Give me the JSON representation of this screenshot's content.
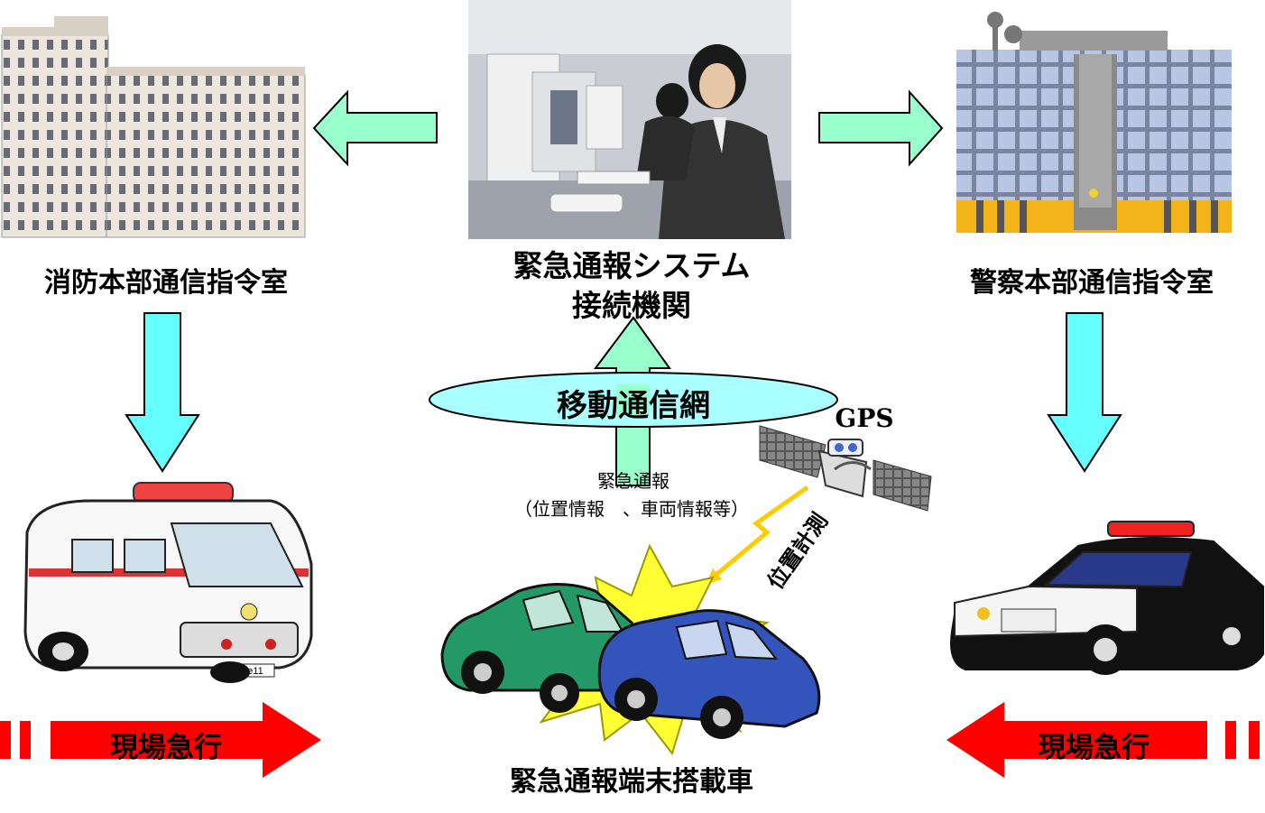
{
  "labels": {
    "fire_hq": "消防本部通信指令室",
    "emergency_system_line1": "緊急通報システム",
    "emergency_system_line2": "接続機関",
    "police_hq": "警察本部通信指令室",
    "mobile_network": "移動通信網",
    "gps": "GPS",
    "emergency_report": "緊急通報",
    "report_details": "（位置情報　、車両情報等）",
    "position_measurement": "位置計測",
    "equipped_vehicle": "緊急通報端末搭載車",
    "rush_left": "現場急行",
    "rush_right": "現場急行",
    "ambulance_number": "e11"
  },
  "colors": {
    "mint_arrow": "#99ffcc",
    "cyan_arrow": "#66ffff",
    "red_arrow": "#ff0000",
    "ellipse_fill": "#aaffff",
    "lightning": "#ffcc00",
    "crash_burst": "#ffff33",
    "green_car": "#229966",
    "blue_car": "#3355bb"
  },
  "icons": [
    "fire-hq-building",
    "call-center-photo",
    "police-hq-building",
    "ambulance",
    "police-car",
    "gps-satellite",
    "crashed-cars"
  ]
}
